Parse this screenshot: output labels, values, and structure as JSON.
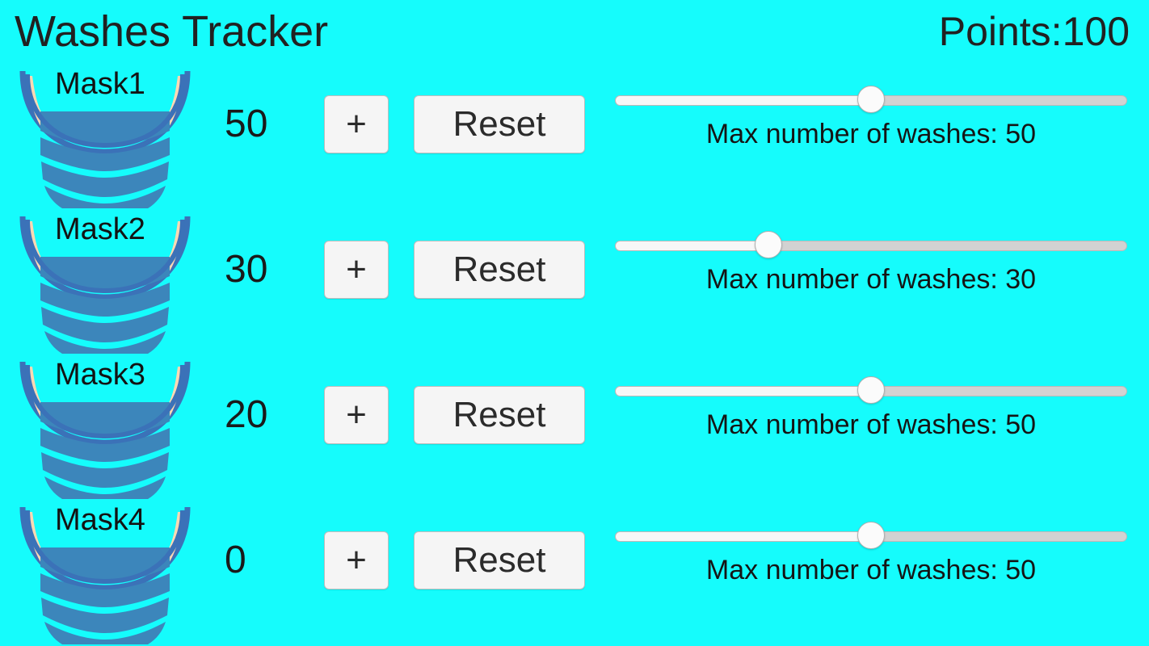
{
  "header": {
    "title": "Washes Tracker",
    "points_label": "Points:100"
  },
  "colors": {
    "background": "#15fcfc",
    "text": "#1c1c1c",
    "button_face": "#f5f5f5",
    "button_border": "#bdbdbd",
    "track_empty": "#d2d2d2",
    "track_filled": "#f7f7f7",
    "thumb": "#fbfbfb",
    "mask_outline": "#3b72b8",
    "mask_body": "#3c86bb",
    "mask_strap": "#ffd9b3"
  },
  "rows": [
    {
      "mask_label": "Mask1",
      "mask_icon": "face-mask-icon",
      "count": "50",
      "plus_label": "+",
      "reset_label": "Reset",
      "slider": {
        "value": 50,
        "min": 0,
        "max": 100,
        "percent": 50,
        "caption": "Max number of washes: 50"
      }
    },
    {
      "mask_label": "Mask2",
      "mask_icon": "face-mask-icon",
      "count": "30",
      "plus_label": "+",
      "reset_label": "Reset",
      "slider": {
        "value": 30,
        "min": 0,
        "max": 100,
        "percent": 30,
        "caption": "Max number of washes: 30"
      }
    },
    {
      "mask_label": "Mask3",
      "mask_icon": "face-mask-icon",
      "count": "20",
      "plus_label": "+",
      "reset_label": "Reset",
      "slider": {
        "value": 50,
        "min": 0,
        "max": 100,
        "percent": 50,
        "caption": "Max number of washes: 50"
      }
    },
    {
      "mask_label": "Mask4",
      "mask_icon": "face-mask-icon",
      "count": "0",
      "plus_label": "+",
      "reset_label": "Reset",
      "slider": {
        "value": 50,
        "min": 0,
        "max": 100,
        "percent": 50,
        "caption": "Max number of washes: 50"
      }
    }
  ]
}
